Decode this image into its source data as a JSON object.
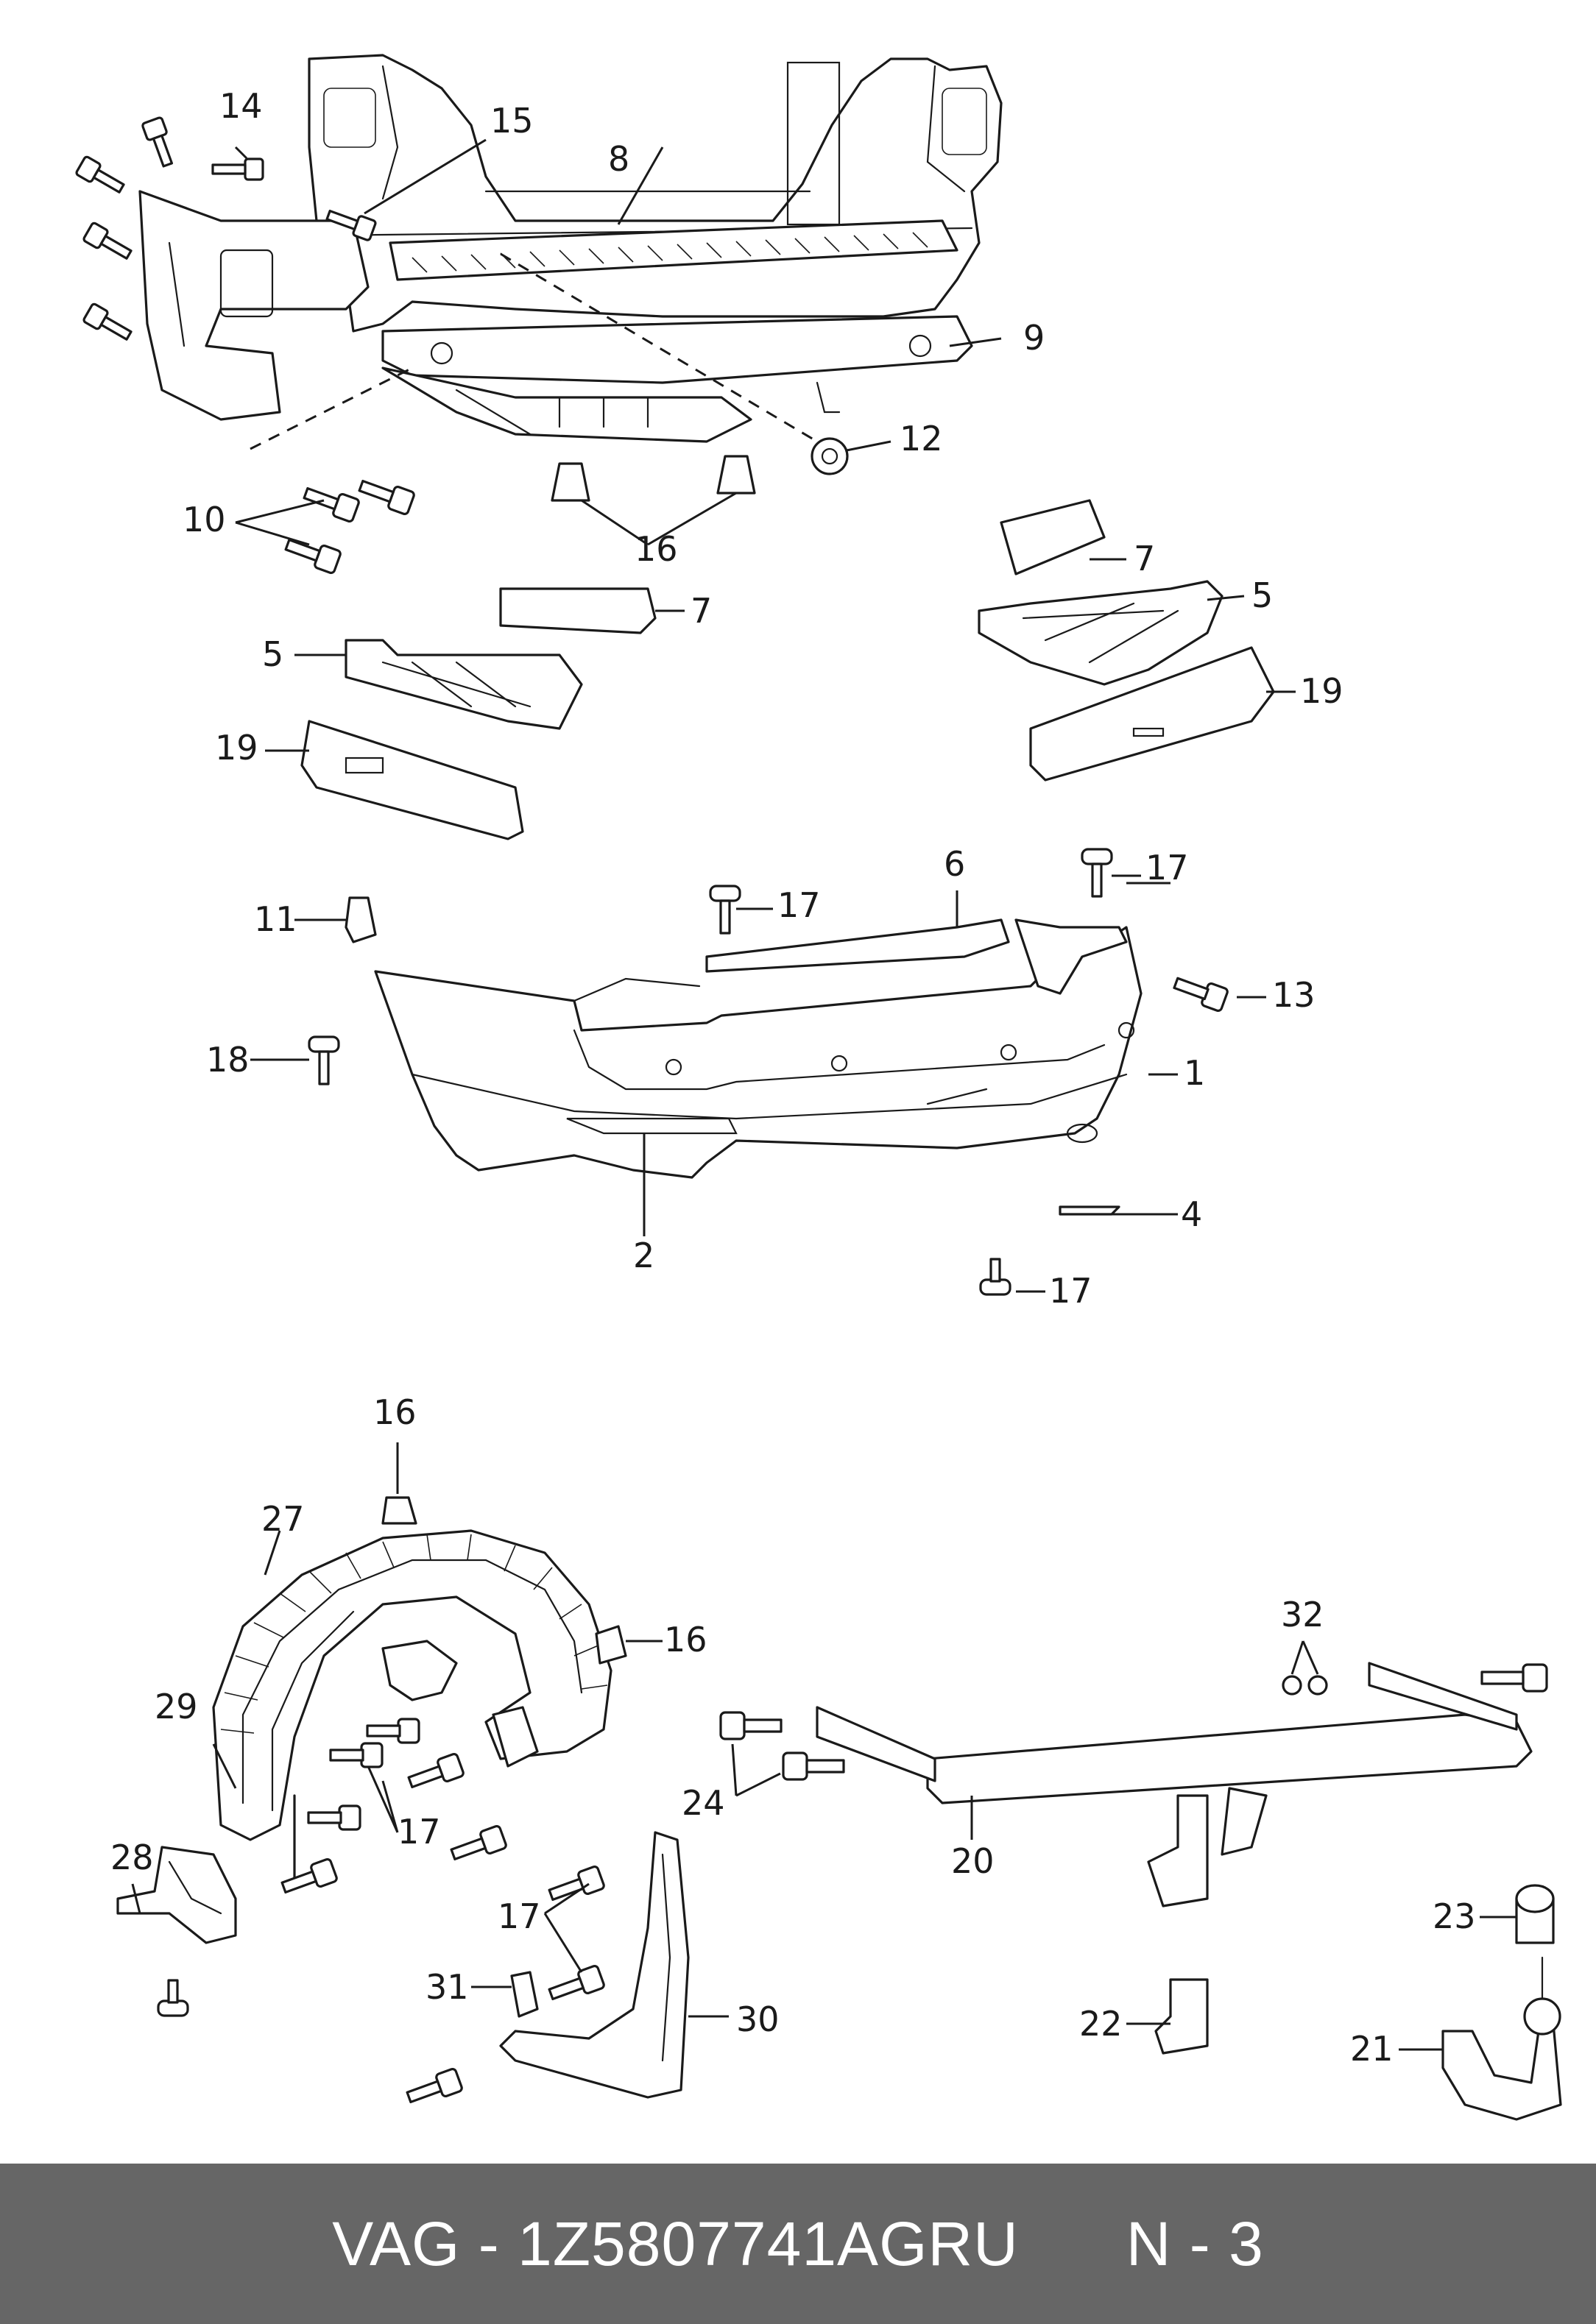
{
  "footer": {
    "brand": "VAG",
    "separator": " - ",
    "part_number": "1Z5807741AGRU",
    "page": "N - 3",
    "background": "#666666",
    "text_color": "#ffffff"
  },
  "callouts": {
    "c1": "1",
    "c2": "2",
    "c4": "4",
    "c5a": "5",
    "c5b": "5",
    "c6": "6",
    "c7a": "7",
    "c7b": "7",
    "c8": "8",
    "c9": "9",
    "c10": "10",
    "c11": "11",
    "c12": "12",
    "c13": "13",
    "c14": "14",
    "c15": "15",
    "c16a": "16",
    "c16b": "16",
    "c16c": "16",
    "c17a": "17",
    "c17b": "17",
    "c17c": "17",
    "c17d": "17",
    "c17e": "17",
    "c18": "18",
    "c19a": "19",
    "c19b": "19",
    "c20": "20",
    "c21": "21",
    "c22": "22",
    "c23": "23",
    "c24": "24",
    "c27": "27",
    "c28": "28",
    "c29": "29",
    "c30": "30",
    "c31": "31",
    "c32": "32"
  }
}
